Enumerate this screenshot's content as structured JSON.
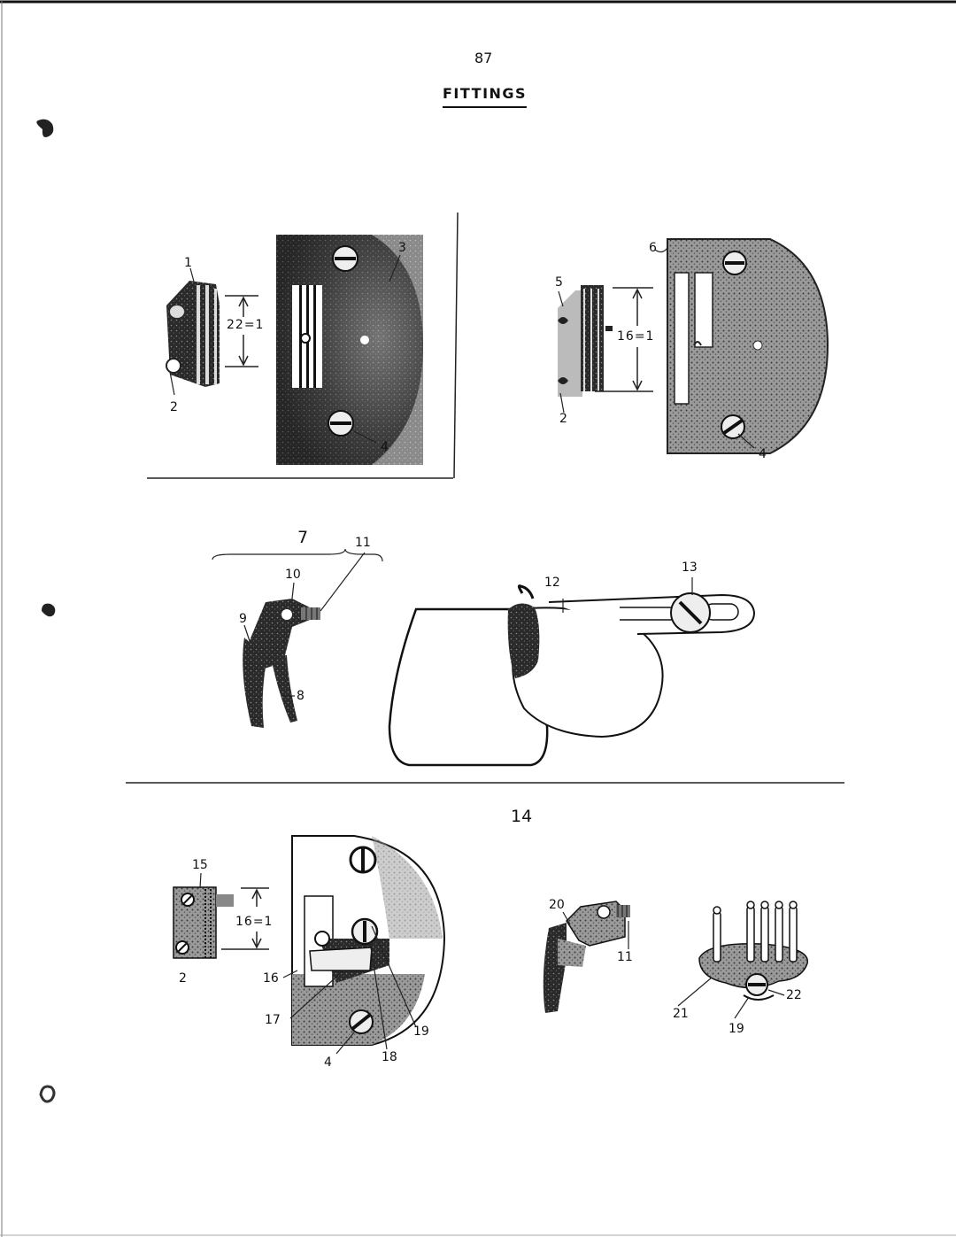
{
  "header": {
    "page_number": "87",
    "title": "FITTINGS"
  },
  "figures": {
    "fig1": {
      "labels": {
        "feed_dog": "1",
        "screw_a": "2",
        "plate_screw_top": "3",
        "plate_screw_bottom": "4"
      },
      "dimension": "22=1"
    },
    "fig2": {
      "labels": {
        "feed_dog": "5",
        "screw_a": "2",
        "plate": "6",
        "plate_screw": "4"
      },
      "dimension": "16=1"
    },
    "fig3": {
      "number": "7",
      "labels": {
        "foot_body": "10",
        "screw": "11",
        "shank": "9",
        "toe": "8"
      }
    },
    "fig4": {
      "labels": {
        "hemmer": "12",
        "thumb_screw": "13"
      }
    },
    "fig5": {
      "number": "14",
      "labels": {
        "feed_dog": "15",
        "screw_a": "2",
        "plate": "16",
        "guide": "17",
        "screw_18": "18",
        "screw_19": "19",
        "plate_screw": "4"
      },
      "dimension": "16=1"
    },
    "fig6": {
      "labels": {
        "foot": "20",
        "screw": "11"
      }
    },
    "fig7": {
      "labels": {
        "spool_plate": "21",
        "screw": "22",
        "washer": "19"
      }
    }
  }
}
